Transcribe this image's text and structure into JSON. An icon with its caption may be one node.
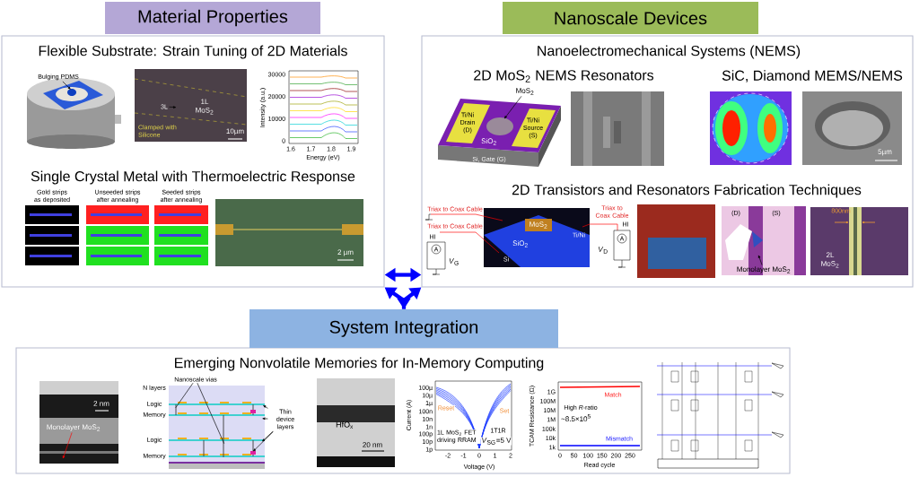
{
  "diagram": {
    "nodes": [
      {
        "text": [
          "Material Properties"
        ]
      },
      {
        "text": [
          "Flexible Substrate: Strain Tuning of 2D Materials",
          "Single Crystal Metal with Thermoelectric Response"
        ]
      },
      {
        "text": [
          "Nanoscale Devices"
        ]
      },
      {
        "text": [
          "Nanoelectromechanical Systems (NEMS)",
          "2D MoS$_{2}$ NEMS Resonators",
          "SiC, Diamond MEMS/NEMS",
          "2D Transistors and Resonators Fabrication Techniques"
        ]
      },
      {
        "text": [
          "System Integration"
        ]
      },
      {
        "text": [
          "Emerging Nonvolatile Memories for In-Memory Computing"
        ]
      },
      {
        "text": [
          "Bulging PDMS"
        ],
        "in": 1
      },
      {
        "text": [
          "3L"
        ],
        "in": 15
      },
      {
        "text": [
          "Monolayer MoS$_{2}$"
        ],
        "in": 3
      },
      {
        "text": [
          "MoS$_{2}$"
        ],
        "in": 3
      },
      {
        "text": [
          "Monolayer MoS$_{2}$"
        ],
        "in": 5
      },
      {
        "text": [
          "Nanoscale vias"
        ],
        "in": 5
      },
      {
        "text": [
          "Thin device layers"
        ],
        "in": 5
      },
      {
        "text": [],
        "shape": "picture",
        "in": 5
      },
      {
        "text": [],
        "shape": "picture",
        "in": 3
      },
      {
        "text": [],
        "shape": "picture",
        "in": 1
      }
    ],
    "edges": [
      {
        "from": 1,
        "to": 3,
        "arrow": "both",
        "style": "thick",
        "color": "#0000ff"
      },
      {
        "from": 1,
        "to": 4,
        "arrow": "both",
        "style": "thick",
        "color": "#0000ff"
      },
      {
        "from": 4,
        "to": 3,
        "arrow": "to",
        "style": "thick",
        "color": "#0000ff"
      },
      {
        "from": 6,
        "to": null,
        "arrow": "to"
      },
      {
        "from": 7,
        "to": 15,
        "arrow": "to"
      },
      {
        "from": 8,
        "to": null,
        "arrow": "to"
      },
      {
        "from": 9,
        "to": 14,
        "arrow": "to"
      },
      {
        "from": 10,
        "to": null,
        "arrow": "to",
        "color": "#ff0000"
      },
      {
        "from": 11,
        "to": 13,
        "arrow": "none"
      },
      {
        "from": 11,
        "to": 13,
        "arrow": "none"
      },
      {
        "from": 12,
        "to": 13,
        "arrow": "to"
      },
      {
        "from": 12,
        "to": 13,
        "arrow": "to"
      },
      {
        "from": 12,
        "to": 13,
        "arrow": "to"
      },
      {
        "from": 12,
        "to": 13,
        "arrow": "to"
      }
    ],
    "labels": [
      "1L MoS$_{2}$",
      "Clamped with Silicone",
      "10µm",
      "30000",
      "20000",
      "10000",
      "0",
      "Intensity (a.u.)",
      "1.6",
      "1.7",
      "1.8",
      "1.9",
      "Energy (eV)",
      "Gold strips as deposited",
      "Unseeded strips after annealing",
      "Seeded strips after annealing",
      "2 µm",
      "Ti/Ni Drain (D)",
      "Ti/Ni Source (S)",
      "SiO$_{2}$",
      "Si, Gate (G)",
      "5µm",
      "Triax to Coax Cable",
      "Triax to Coax Cable",
      "Triax to Coax Cable",
      "HI",
      "A",
      "*V*$_{G}$",
      "MoS$_{2}$",
      "SiO$_{2}$",
      "Ti/Ni",
      "Si",
      "HI",
      "A",
      "*V*$_{D}$",
      "(D)",
      "(S)",
      "800nm",
      "2L MoS$_{2}$",
      "2 nm",
      "N layers",
      "Logic",
      "Memory",
      "Logic",
      "Memory",
      "HfO$_{x}$",
      "20 nm",
      "100µ",
      "10µ",
      "1µ",
      "100n",
      "10n",
      "1n",
      "100p",
      "10p",
      "1p",
      "Current (A)",
      "-2",
      "-1",
      "0",
      "1",
      "2",
      "Voltage (V)",
      "Reset",
      "Set",
      "1L MoS$_{2}$ FET driving RRAM",
      "1T1R",
      "*V*$_{SG}$=5 V",
      "1G",
      "100M",
      "10M",
      "1M",
      "100k",
      "10k",
      "1k",
      "TCAM Resistance (Ω)",
      "0",
      "50",
      "100",
      "150",
      "200",
      "250",
      "Read cycle",
      "Match",
      "High *R*-ratio",
      "~8.5×10$^{5}$",
      "Mismatch"
    ]
  }
}
